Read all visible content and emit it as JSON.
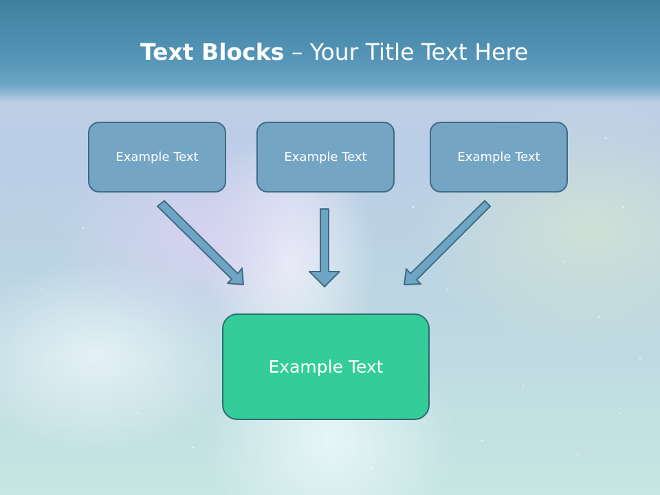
{
  "title": {
    "bold": "Text Blocks",
    "dash": "–",
    "rest": "Your Title Text Here"
  },
  "blocks": [
    {
      "label": "Example Text"
    },
    {
      "label": "Example Text"
    },
    {
      "label": "Example Text"
    }
  ],
  "target": {
    "label": "Example Text"
  },
  "colors": {
    "header": "#5494b6",
    "box": "#74a6c4",
    "target": "#34cc99",
    "arrow": "#6ea4c4"
  }
}
